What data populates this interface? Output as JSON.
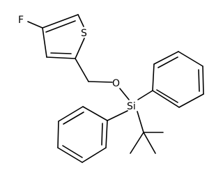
{
  "molecule": {
    "atoms": {
      "fluorine": "F",
      "sulfur": "S",
      "oxygen": "O",
      "silicon": "Si"
    },
    "groups": [
      "fluorothiophene",
      "methylene-ether",
      "silicon-diphenyl",
      "tert-butyl"
    ]
  },
  "colors": {
    "bond": "#000000",
    "background": "#ffffff"
  }
}
